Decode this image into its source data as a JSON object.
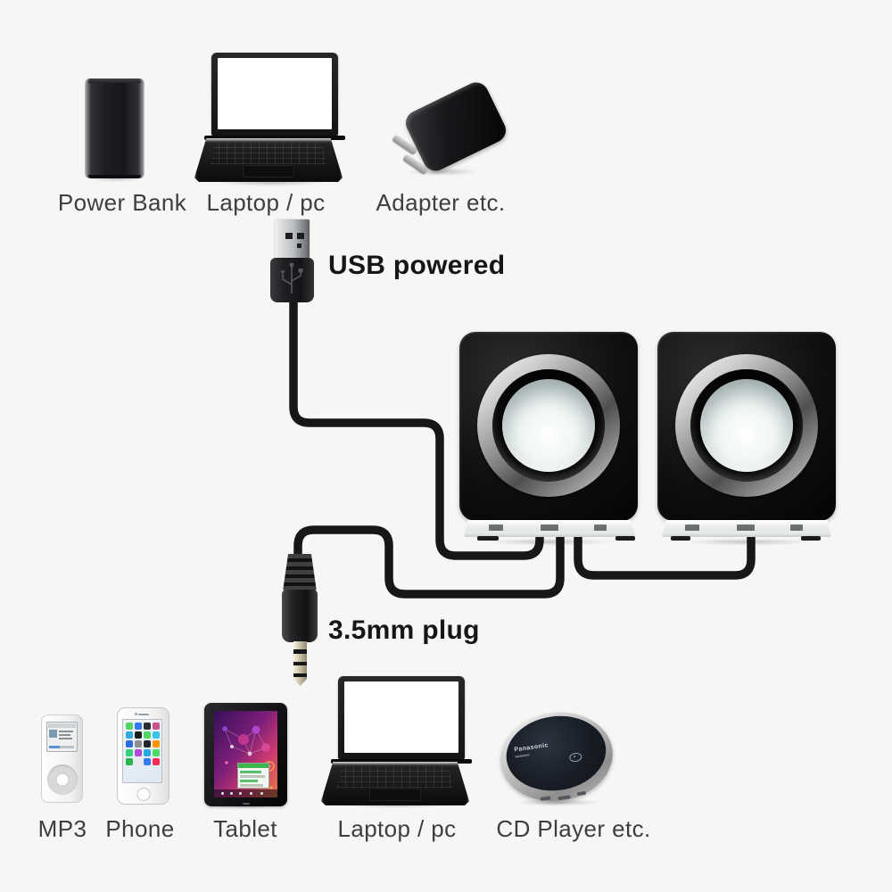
{
  "colors": {
    "background": "#f2f2f1",
    "cable": "#171717",
    "label": "#3e3e3e",
    "heading": "#161616",
    "speaker-ring": "#c9c9c9",
    "speaker-cone": "#e9f0f0"
  },
  "headings": {
    "usb": "USB powered",
    "jack": "3.5mm plug"
  },
  "top_row": [
    {
      "icon": "power-bank-image",
      "label": "Power Bank"
    },
    {
      "icon": "laptop-image",
      "label": "Laptop / pc"
    },
    {
      "icon": "power-adapter-image",
      "label": "Adapter etc."
    }
  ],
  "bottom_row": [
    {
      "icon": "mp3-player-image",
      "label": "MP3"
    },
    {
      "icon": "phone-image",
      "label": "Phone"
    },
    {
      "icon": "tablet-image",
      "label": "Tablet"
    },
    {
      "icon": "laptop-image",
      "label": "Laptop / pc"
    },
    {
      "icon": "cd-player-image",
      "label": "CD Player etc."
    }
  ],
  "cd_player": {
    "brand": "Panasonic"
  }
}
